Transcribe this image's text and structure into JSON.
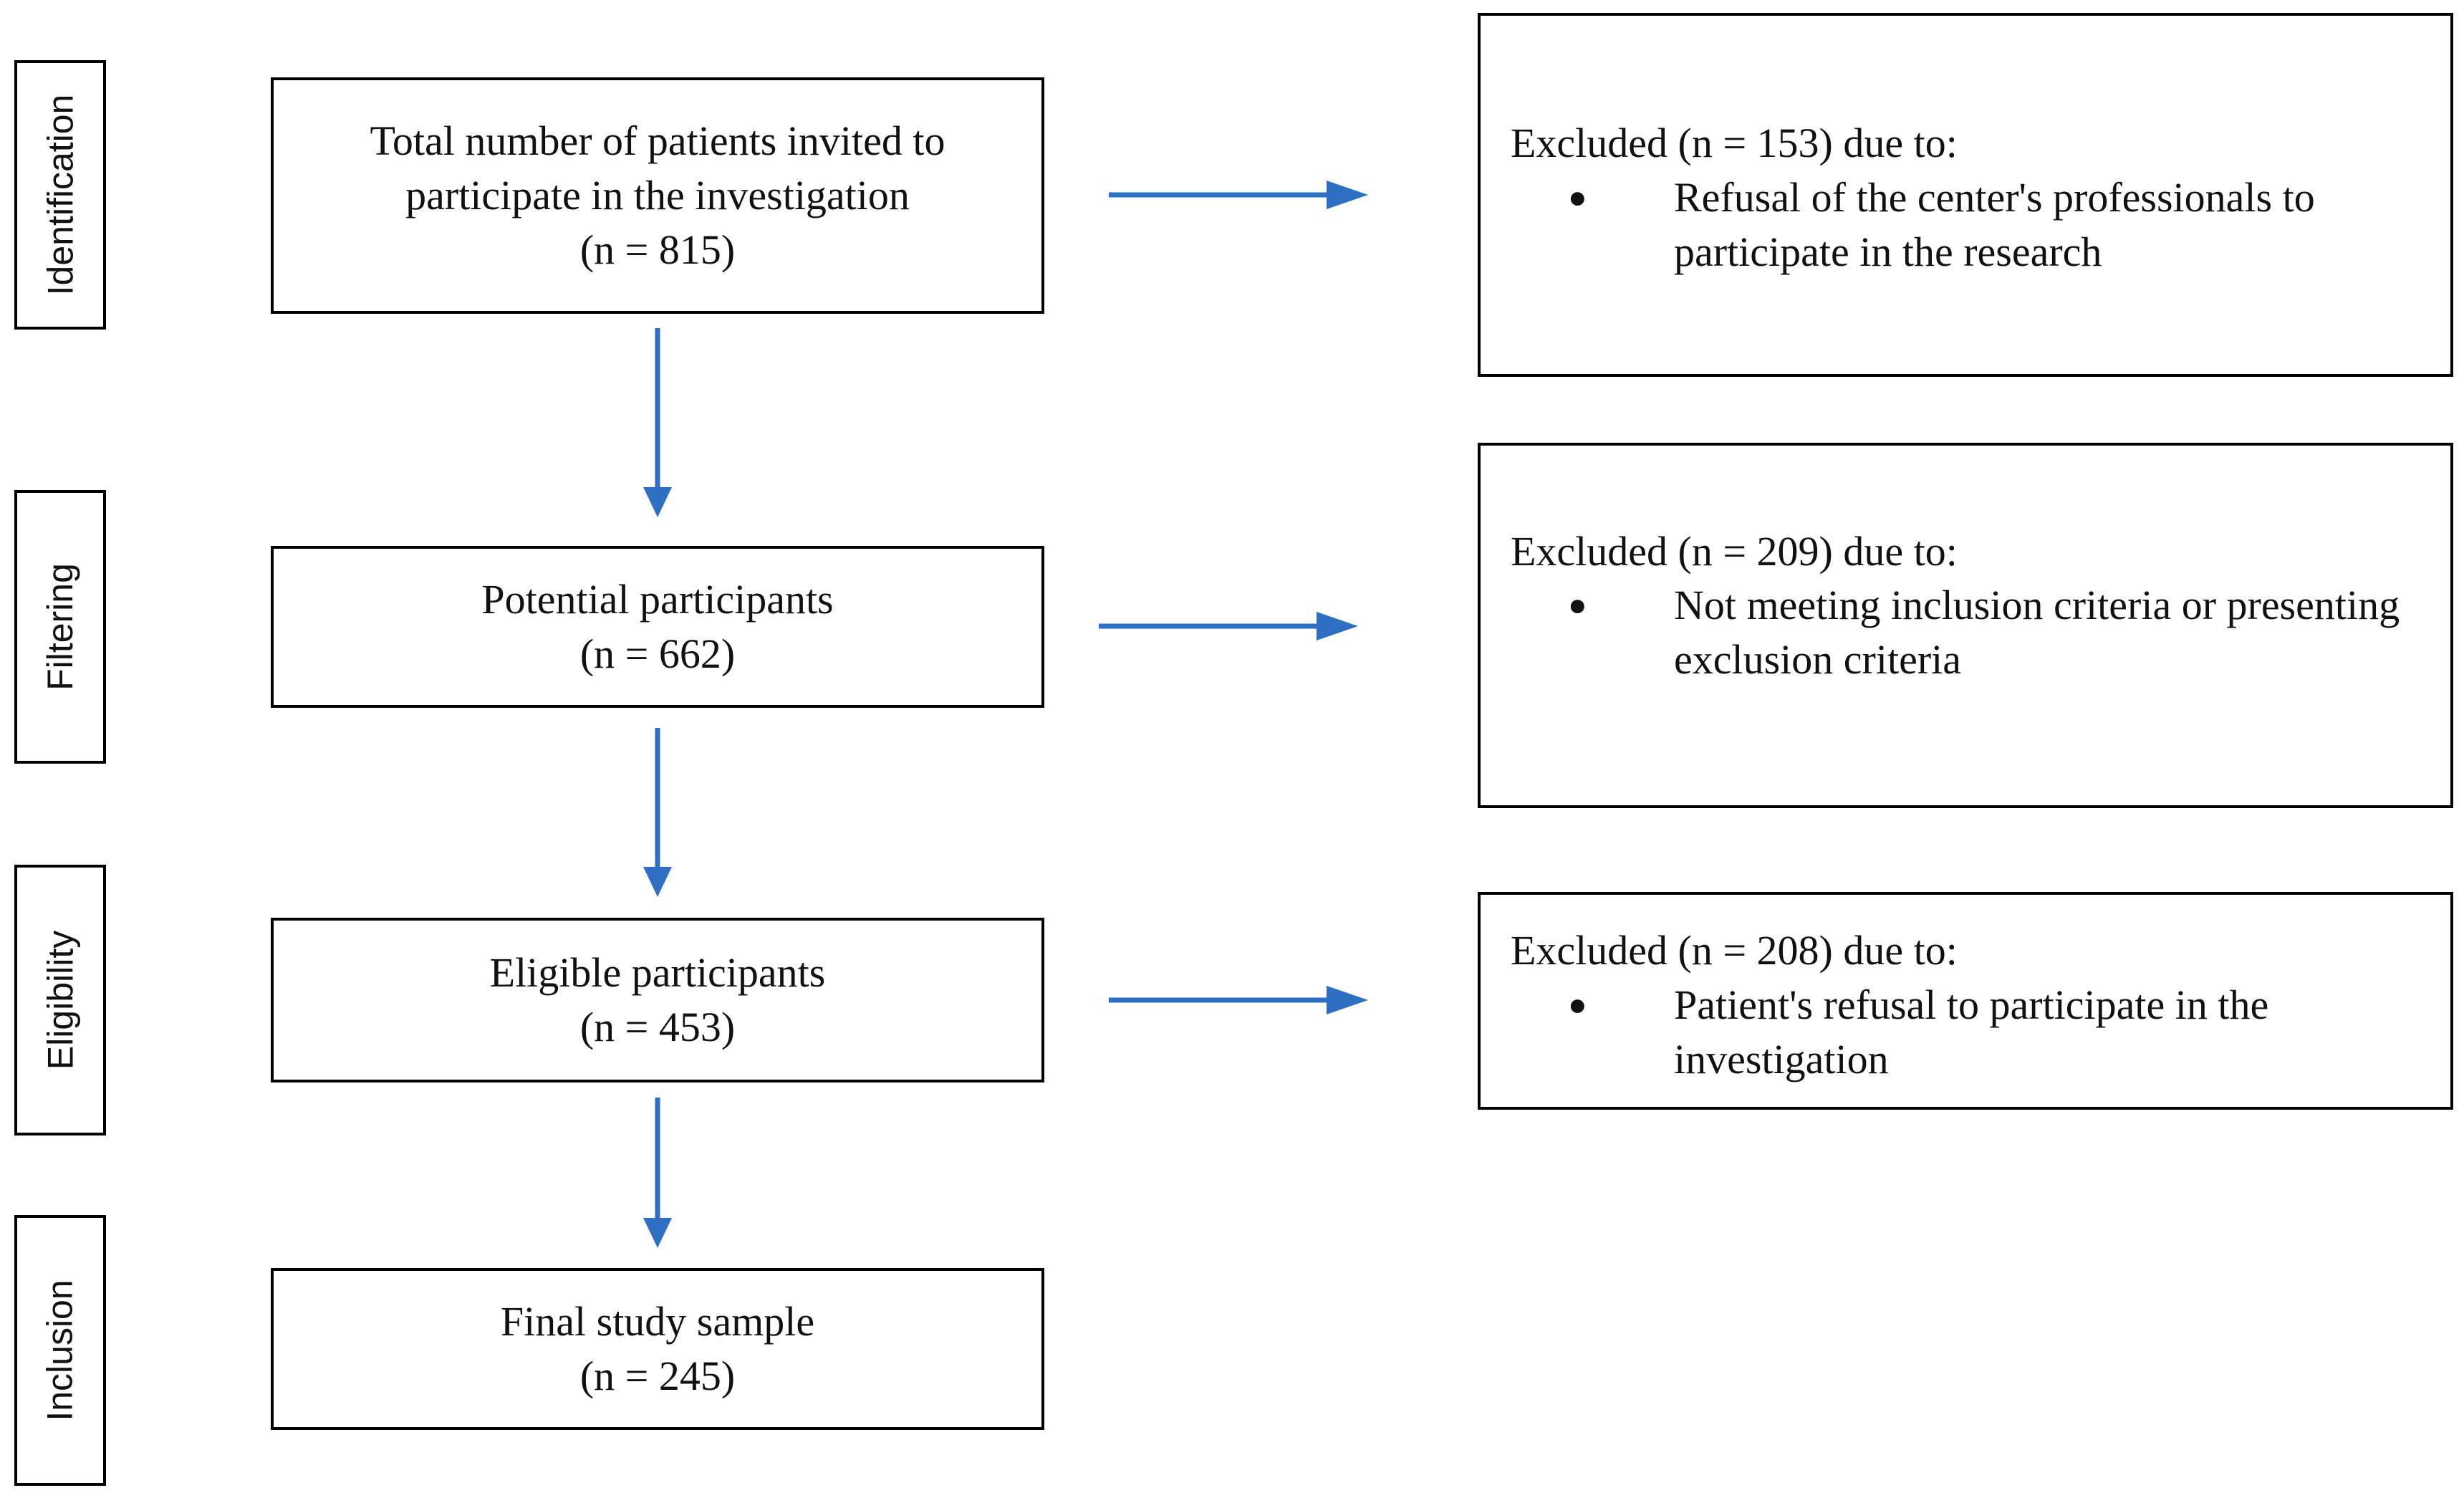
{
  "stages": {
    "identification": "Identification",
    "filtering": "Filtering",
    "eligibility": "Eligibility",
    "inclusion": "Inclusion"
  },
  "flow": {
    "invited": {
      "line1": "Total number of patients invited to",
      "line2": "participate in the investigation",
      "count": "(n = 815)"
    },
    "potential": {
      "label": "Potential participants",
      "count": "(n = 662)"
    },
    "eligible": {
      "label": "Eligible participants",
      "count": "(n = 453)"
    },
    "final": {
      "label": "Final study sample",
      "count": "(n = 245)"
    }
  },
  "exclusions": [
    {
      "heading": "Excluded (n = 153) due to:",
      "bullet": "●",
      "reason": "Refusal of the center's professionals to participate in the research"
    },
    {
      "heading": "Excluded (n = 209) due to:",
      "bullet": "●",
      "reason": "Not meeting inclusion criteria or presenting exclusion criteria"
    },
    {
      "heading": "Excluded (n = 208) due to:",
      "bullet": "●",
      "reason": "Patient's refusal to participate in the investigation"
    }
  ],
  "colors": {
    "arrow": "#2e6fc4",
    "border": "#000000"
  }
}
